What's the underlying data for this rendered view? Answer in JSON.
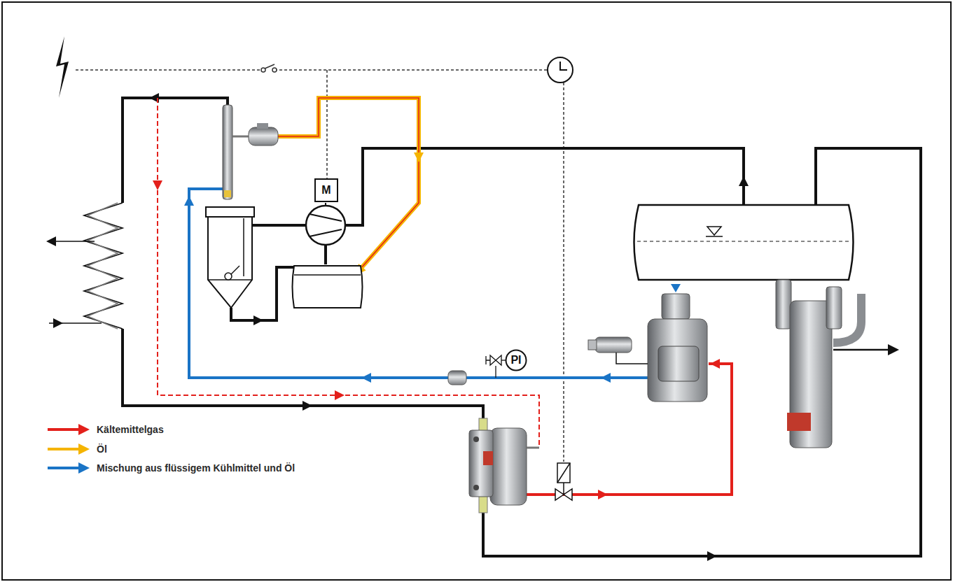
{
  "diagram": {
    "nodes": [
      {
        "text": [
          "M"
        ]
      },
      {
        "text": [
          "PI"
        ]
      }
    ],
    "legend": [
      {
        "text": "Kältemittelgas",
        "color": "#e3201b"
      },
      {
        "text": "Öl",
        "color": "#f5b400"
      },
      {
        "text": "Mischung aus flüssigem Kühlmittel und Öl",
        "color": "#1a74c6"
      }
    ]
  }
}
